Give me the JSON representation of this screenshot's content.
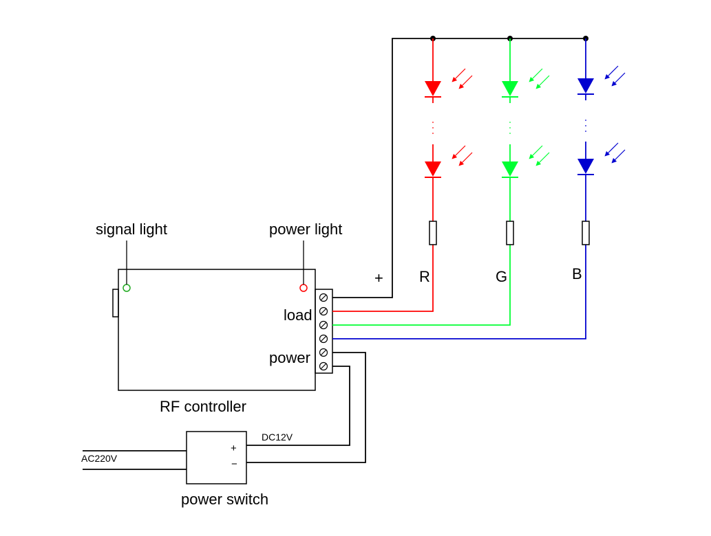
{
  "labels": {
    "signal_light": "signal light",
    "power_light": "power light",
    "plus_terminal": "+",
    "load": "load",
    "power": "power",
    "rf_controller": "RF controller",
    "channel_r": "R",
    "channel_g": "G",
    "channel_b": "B",
    "ac_input": "AC220V",
    "dc_output": "DC12V",
    "switch_plus": "+",
    "switch_minus": "−",
    "power_switch": "power switch"
  },
  "colors": {
    "wire_common": "#000000",
    "red": "#ff0000",
    "green": "#00ff33",
    "blue": "#0000d0",
    "signal_led": "#22aa22",
    "power_led": "#ff0000"
  },
  "icons": {
    "terminal_screw": "slashed-circle-icon",
    "led": "led-diode-icon",
    "resistor": "resistor-icon"
  }
}
